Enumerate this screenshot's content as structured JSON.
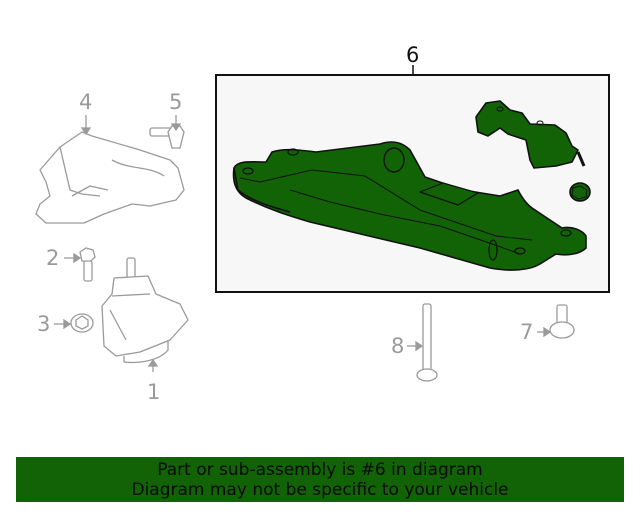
{
  "diagram": {
    "highlighted_part": "6",
    "callouts": [
      {
        "number": "1",
        "part": "engine-mount"
      },
      {
        "number": "2",
        "part": "mount-bolt"
      },
      {
        "number": "3",
        "part": "mount-nut"
      },
      {
        "number": "4",
        "part": "heat-shield"
      },
      {
        "number": "5",
        "part": "shield-bolt"
      },
      {
        "number": "6",
        "part": "transmission-support-crossmember-assembly"
      },
      {
        "number": "7",
        "part": "crossmember-bolt"
      },
      {
        "number": "8",
        "part": "long-through-bolt"
      }
    ],
    "colors": {
      "highlight_fill": "#116306",
      "outline": "#111111",
      "gray_part": "#9a9a9a",
      "box_background": "#f7f7f7",
      "banner_background": "#116306"
    }
  },
  "banner": {
    "line1": "Part or sub-assembly is #6 in diagram",
    "line2": "Diagram may not be specific to your vehicle"
  }
}
